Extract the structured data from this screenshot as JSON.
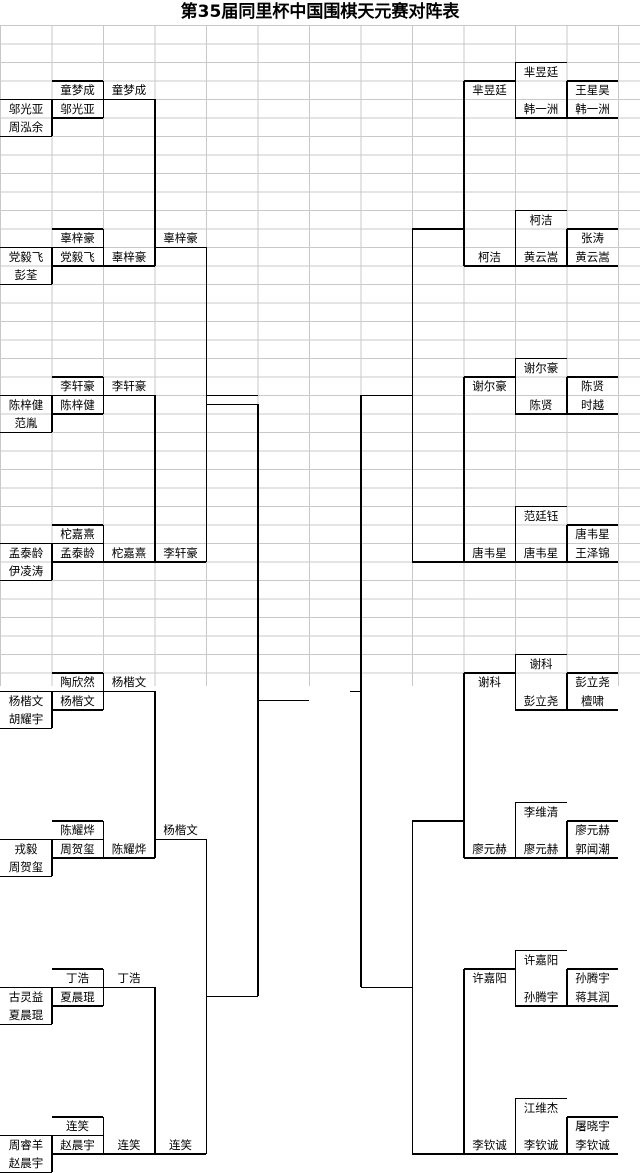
{
  "title": "第35届同里杯中国围棋天元赛对阵表",
  "left": {
    "r1": [
      "邬光亚",
      "周泓余",
      "党毅飞",
      "彭荃",
      "陈梓健",
      "范胤",
      "孟泰龄",
      "伊凌涛",
      "杨楷文",
      "胡耀宇",
      "戎毅",
      "周贺玺",
      "古灵益",
      "夏晨琨",
      "周睿羊",
      "赵晨宇"
    ],
    "r2": [
      "童梦成",
      "邬光亚",
      "辜梓豪",
      "党毅飞",
      "李轩豪",
      "陈梓健",
      "柁嘉熹",
      "孟泰龄",
      "陶欣然",
      "杨楷文",
      "陈耀烨",
      "周贺玺",
      "丁浩",
      "夏晨琨",
      "连笑",
      "赵晨宇"
    ],
    "r3": [
      "童梦成",
      "辜梓豪",
      "李轩豪",
      "柁嘉熹",
      "杨楷文",
      "陈耀烨",
      "丁浩",
      "连笑"
    ],
    "r4": [
      "辜梓豪",
      "李轩豪",
      "杨楷文",
      "连笑"
    ]
  },
  "right": {
    "r1": [
      "王星昊",
      "韩一洲",
      "张涛",
      "黄云嵩",
      "陈贤",
      "时越",
      "唐韦星",
      "王泽锦",
      "彭立尧",
      "檀啸",
      "廖元赫",
      "郭闻潮",
      "孙腾宇",
      "蒋其润",
      "屠晓宇",
      "李钦诚"
    ],
    "r2": [
      "芈昱廷",
      "韩一洲",
      "柯洁",
      "黄云嵩",
      "谢尔豪",
      "陈贤",
      "范廷钰",
      "唐韦星",
      "谢科",
      "彭立尧",
      "李维清",
      "廖元赫",
      "许嘉阳",
      "孙腾宇",
      "江维杰",
      "李钦诚"
    ],
    "r3": [
      "芈昱廷",
      "柯洁",
      "谢尔豪",
      "唐韦星",
      "谢科",
      "廖元赫",
      "许嘉阳",
      "李钦诚"
    ]
  }
}
